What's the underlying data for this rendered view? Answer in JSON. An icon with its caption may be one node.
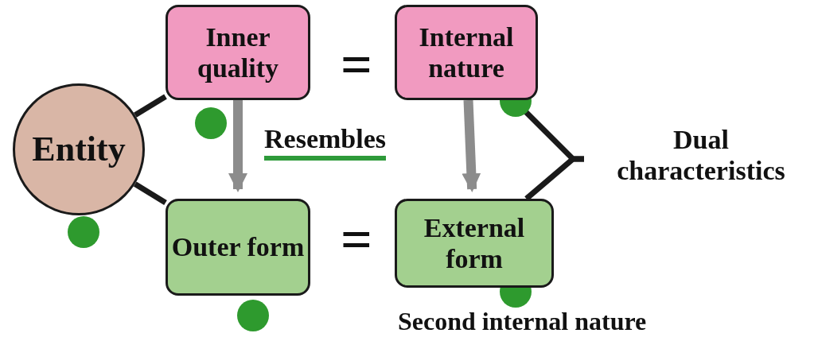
{
  "diagram": {
    "nodes": [
      {
        "text": [
          "Entity"
        ]
      },
      {
        "text": [
          "Inner quality"
        ]
      },
      {
        "text": [
          "Internal nature"
        ]
      },
      {
        "text": [
          "Outer form"
        ]
      },
      {
        "text": [
          "External form"
        ],
        "beside": [
          "Second internal nature"
        ]
      },
      {
        "text": [
          "Dual characteristics"
        ]
      }
    ],
    "edges": [
      {
        "from": 0,
        "to": 1,
        "arrow": "none"
      },
      {
        "from": 0,
        "to": 3,
        "arrow": "none"
      },
      {
        "from": 1,
        "to": 3,
        "arrow": "to",
        "color": "#8c8c8c"
      },
      {
        "from": 2,
        "to": 4,
        "arrow": "to",
        "color": "#8c8c8c"
      },
      {
        "from": 2,
        "to": 5,
        "arrow": "none"
      },
      {
        "from": 4,
        "to": 5,
        "arrow": "none"
      }
    ],
    "labels": [
      "=",
      "Resembles",
      "="
    ]
  }
}
